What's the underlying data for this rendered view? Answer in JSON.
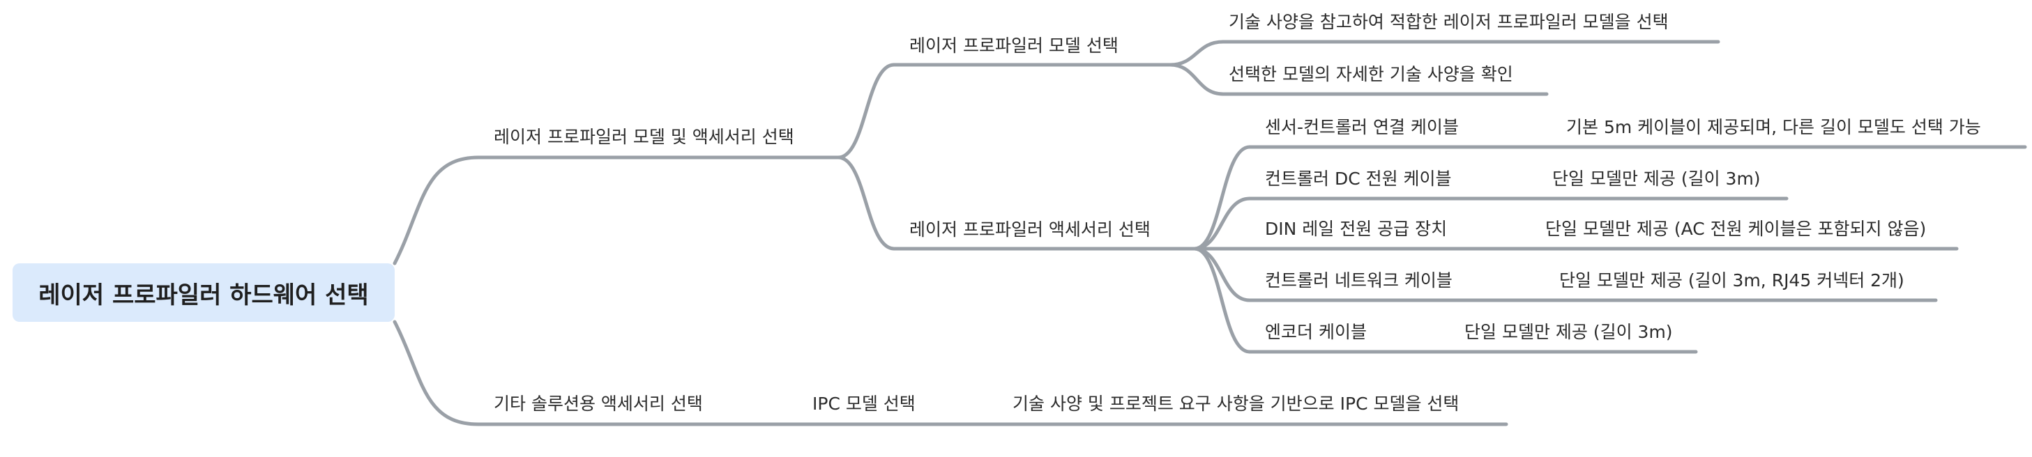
{
  "diagram": {
    "root": {
      "label": "레이저 프로파일러 하드웨어 선택"
    },
    "branch1": {
      "label": "레이저 프로파일러 모델 및 액세서리 선택",
      "model_select": {
        "label": "레이저 프로파일러 모델 선택",
        "items": [
          "기술 사양을 참고하여 적합한 레이저 프로파일러 모델을 선택",
          "선택한 모델의 자세한 기술 사양을 확인"
        ]
      },
      "accessory_select": {
        "label": "레이저 프로파일러 액세서리 선택",
        "items": [
          {
            "name": "센서-컨트롤러 연결 케이블",
            "detail": "기본 5m 케이블이 제공되며, 다른 길이 모델도 선택 가능"
          },
          {
            "name": "컨트롤러 DC 전원 케이블",
            "detail": "단일 모델만 제공 (길이 3m)"
          },
          {
            "name": "DIN 레일 전원 공급 장치",
            "detail": "단일 모델만 제공 (AC 전원 케이블은 포함되지 않음)"
          },
          {
            "name": "컨트롤러 네트워크 케이블",
            "detail": "단일 모델만 제공 (길이 3m, RJ45 커넥터 2개)"
          },
          {
            "name": "엔코더 케이블",
            "detail": "단일 모델만 제공 (길이 3m)"
          }
        ]
      }
    },
    "branch2": {
      "label": "기타 솔루션용 액세서리 선택",
      "child": {
        "label": "IPC 모델 선택",
        "detail": "기술 사양 및 프로젝트 요구 사항을 기반으로 IPC 모델을 선택"
      }
    }
  }
}
